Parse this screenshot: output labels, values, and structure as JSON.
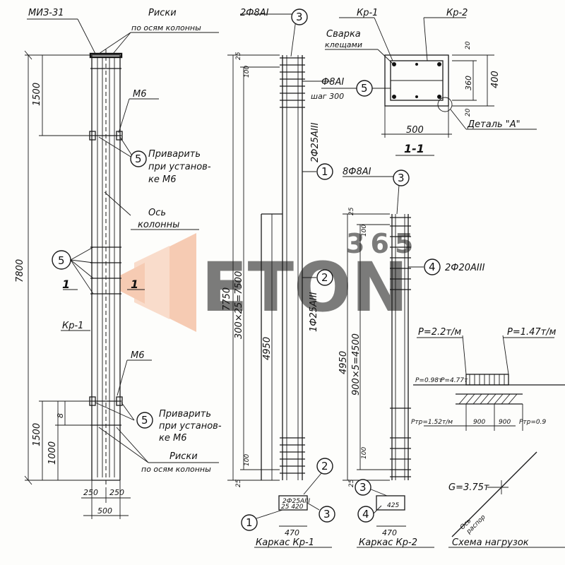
{
  "labels": {
    "miz": "МИЗ-31",
    "riski_top": "Риски",
    "riski_top_sub": "по осям колонны",
    "m6_top": "М6",
    "privarit_top_1": "Приварить",
    "privarit_top_2": "при установ-",
    "privarit_top_3": "ке М6",
    "os_1": "Ось",
    "os_2": "колонны",
    "section_left": "1",
    "section_right": "1",
    "kr1_left": "Кр-1",
    "m6_bottom": "М6",
    "privarit_bot_1": "Приварить",
    "privarit_bot_2": "при установ-",
    "privarit_bot_3": "ке М6",
    "riski_bot": "Риски",
    "riski_bot_sub": "по осям колонны",
    "dim_250a": "250",
    "dim_250b": "250",
    "dim_500": "500",
    "dim_7800": "7800",
    "dim_1500_top": "1500",
    "dim_1500_bot": "1500",
    "dim_1000": "1000",
    "dim_8": "8",
    "top_bar_kr1": "2Ф8АI",
    "dim_25a": "25",
    "dim_100a": "100",
    "rebar_mid": "2Ф25АIII",
    "dim_7750": "7750",
    "dim_7500": "300×25=7500",
    "dim_4950a": "4950",
    "rebar_mid2": "1Ф25АIII",
    "dim_100b": "100",
    "dim_25b": "25",
    "kr1_section_title": "Каркас Кр-1",
    "kr1_sec_text": "2Ф25АIII",
    "kr1_sec_text2": "25  420",
    "kr1_dim_470": "470",
    "sec_kr1": "Кр-1",
    "sec_kr2": "Кр-2",
    "svarka_1": "Сварка",
    "svarka_2": "клещами",
    "f8": "Ф8АI",
    "shag": "шаг 300",
    "sec_dim_500": "500",
    "sec_dim_400": "400",
    "sec_dim_360": "360",
    "sec_dim_20a": "20",
    "sec_dim_20b": "20",
    "detail": "Деталь \"А\"",
    "section_title": "1-1",
    "top_bar_kr2": "8Ф8АI",
    "dim_25c": "25",
    "dim_100c": "100",
    "rebar_kr2": "2Ф20АIII",
    "dim_4950b": "4950",
    "dim_4500": "900×5=4500",
    "dim_100d": "100",
    "dim_25d": "25",
    "kr2_section_title": "Каркас Кр-2",
    "kr2_dim_470": "470",
    "kr2_dim_425": "425",
    "load_p1": "P=2.2т/м",
    "load_p2": "P=1.47т/м",
    "load_pr1": "P=0.98т",
    "load_pr2": "P=4.77т",
    "load_ptr1": "Pтр=1.52т/м",
    "load_900a": "900",
    "load_900b": "900",
    "load_ptr2": "Pтр=0.9",
    "load_g": "G=3.75т",
    "load_rasp": "Ось",
    "load_rasp2": "распор",
    "load_title": "Схема нагрузок"
  },
  "bubbles": {
    "b3_kr1_top": "3",
    "b5_section": "5",
    "b5_top": "5",
    "b5_mid": "5",
    "b1_kr1": "1",
    "b2_kr1": "2",
    "b3_kr2_top": "3",
    "b4_kr2": "4",
    "b5_bot": "5",
    "b2_kr1_sec": "2",
    "b1_kr1_sec": "1",
    "b3_kr1_sec": "3",
    "b3_kr2_sec": "3",
    "b4_kr2_sec": "4"
  },
  "watermark": {
    "brand": "ETON",
    "number": "365",
    "color_orange": "#f2a37a",
    "color_gray": "#c9c9c9"
  }
}
